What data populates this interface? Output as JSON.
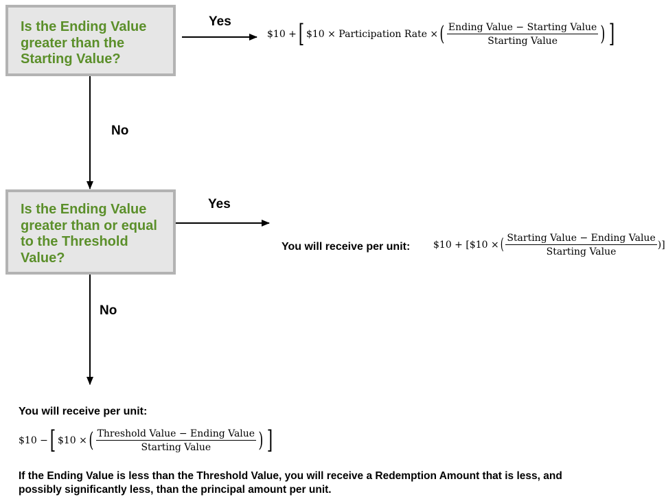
{
  "questions": {
    "q1": "Is the Ending Value greater than the Starting Value?",
    "q2": "Is the Ending Value greater than or equal to the Threshold Value?"
  },
  "arrows": {
    "yes1": "Yes",
    "no1": "No",
    "yes2": "Yes",
    "no2": "No"
  },
  "formula1": {
    "prefix": "$10 +",
    "inner": "$10 × Participation Rate ×",
    "numerator": "Ending Value − Starting Value",
    "denominator": "Starting Value"
  },
  "result2": {
    "label": "You will receive per unit:",
    "prefix": "$10 + [$10 ×",
    "numerator": "Starting Value − Ending Value",
    "denominator": "Starting Value",
    "suffix": ")]"
  },
  "result3": {
    "label": "You will receive per unit:",
    "prefix": "$10 −",
    "inner": "$10 ×",
    "numerator": "Threshold Value − Ending Value",
    "denominator": "Starting Value",
    "note": "If the Ending Value is less than the Threshold Value, you will receive a Redemption Amount that is less, and possibly significantly less, than the principal amount per unit."
  }
}
